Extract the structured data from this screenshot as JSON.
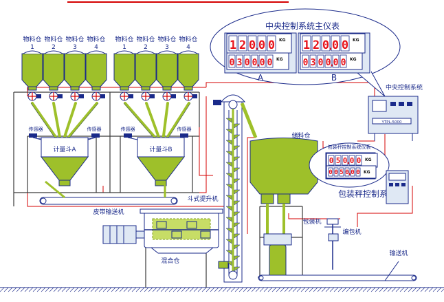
{
  "colors": {
    "material": "#9ec02a",
    "outline": "#1a2a8a",
    "signal": "#d40000",
    "frame": "#3a3a3a",
    "panel_bg": "#dfe8f4",
    "digit": "#e8141c"
  },
  "bins": {
    "label": "物料仓",
    "numbers": [
      "1",
      "2",
      "3",
      "4"
    ]
  },
  "sensor_label": "传感器",
  "hoppers": {
    "a": "计量斗A",
    "b": "计量斗B"
  },
  "belt_label": "皮带输送机",
  "mixer_label": "混合仓",
  "elevator_label": "斗式提升机",
  "storage_label": "储料仓",
  "packer_label": "包装机",
  "sewing_label": "编包机",
  "conveyor_label": "输送机",
  "central_system": {
    "bubble_title": "中央控制系统主仪表",
    "label": "中央控制系统",
    "unit_text": "YTPL-5000",
    "unit_kg": "KG",
    "displays": [
      {
        "name": "A",
        "top": "120.00",
        "bottom": "0300.00"
      },
      {
        "name": "B",
        "top": "120.00",
        "bottom": "0300.00"
      }
    ]
  },
  "packing_system": {
    "bubble_title": "包装秤控制系统仪表",
    "label": "包装秤控制系统",
    "unit_kg": "KG",
    "top": "050.00",
    "bottom": "0050.00"
  }
}
